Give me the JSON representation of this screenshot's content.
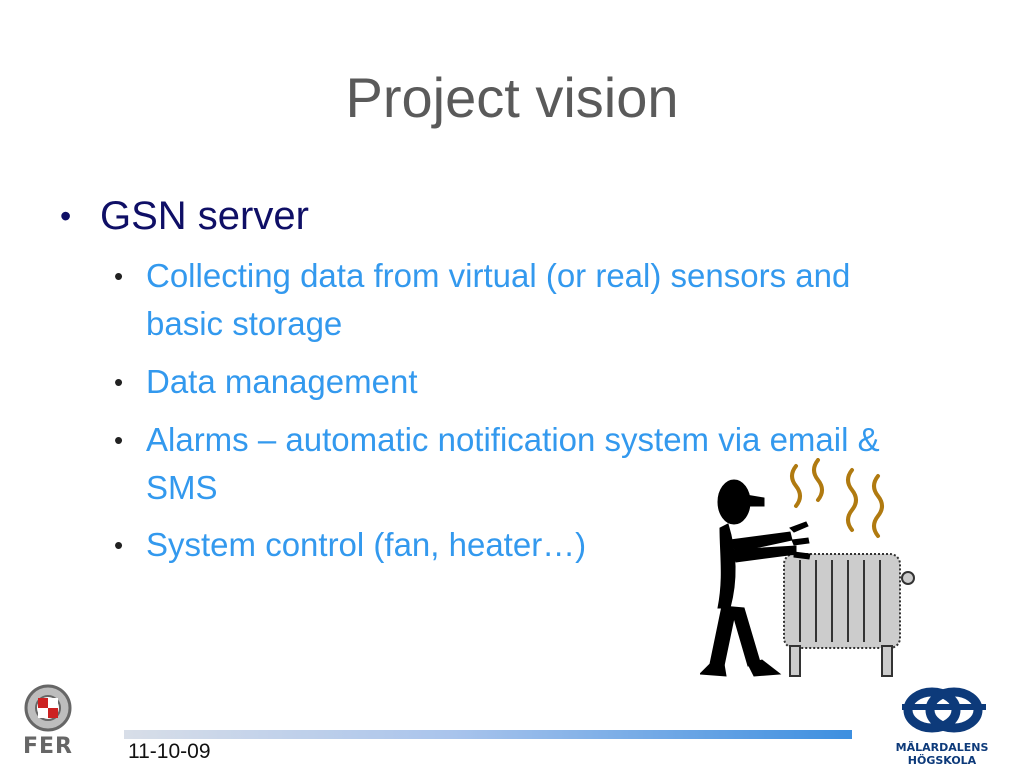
{
  "slide": {
    "title": "Project vision",
    "bullet_symbol": "•",
    "level1": {
      "text": "GSN server",
      "items": [
        {
          "text": "Collecting data  from virtual (or real) sensors and basic storage"
        },
        {
          "text": "Data management"
        },
        {
          "text": "Alarms – automatic notification system via email & SMS"
        },
        {
          "text": "System control (fan, heater…)"
        }
      ]
    }
  },
  "footer": {
    "date": "11-10-09",
    "left_logo_text": "FER",
    "right_logo_text": "MÄLARDALENS HÖGSKOLA"
  },
  "colors": {
    "title": "#5a5a5a",
    "level1": "#0f0f66",
    "level2": "#3399ee"
  },
  "icons": {
    "clipart": "person-warming-at-radiator-clipart",
    "left_logo": "fer-logo",
    "right_logo": "malardalens-hogskola-logo"
  }
}
